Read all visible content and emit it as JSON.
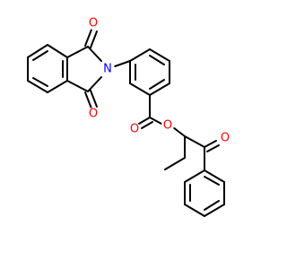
{
  "colors": {
    "bond": "#000000",
    "oxygen": "#ff0000",
    "nitrogen": "#0000ff",
    "background": "#ffffff"
  },
  "atoms": [
    {
      "id": "O1",
      "label": "O",
      "element": "O"
    },
    {
      "id": "O2",
      "label": "O",
      "element": "O"
    },
    {
      "id": "N1",
      "label": "N",
      "element": "N"
    },
    {
      "id": "O3",
      "label": "O",
      "element": "O"
    },
    {
      "id": "O4",
      "label": "O",
      "element": "O"
    },
    {
      "id": "O5",
      "label": "O",
      "element": "O"
    }
  ]
}
